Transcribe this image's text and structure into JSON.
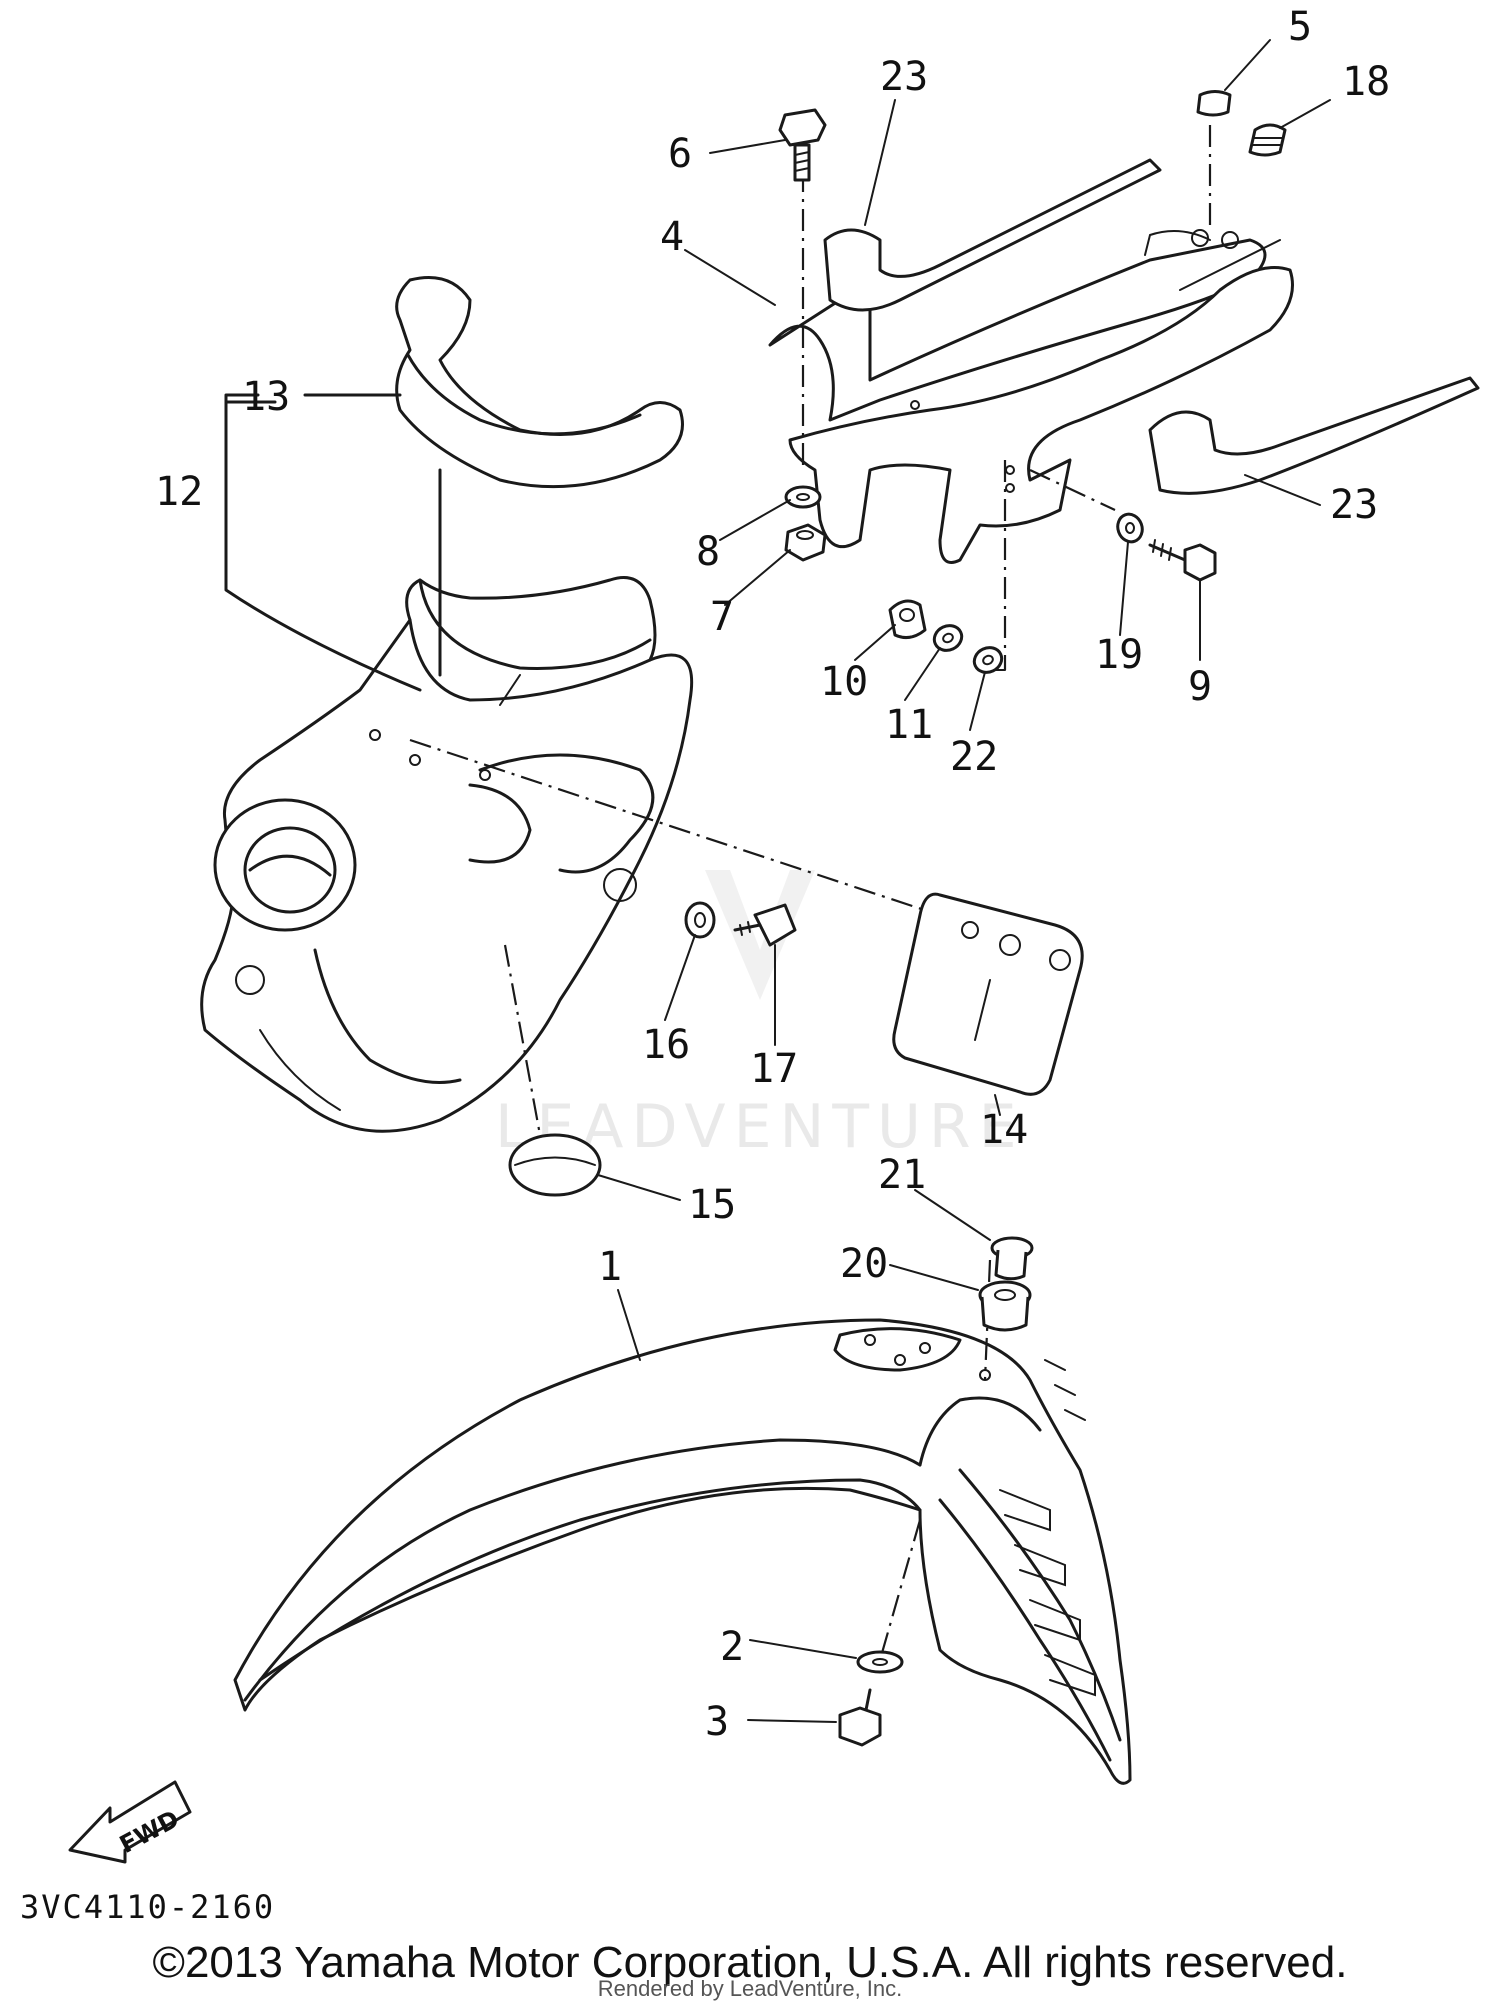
{
  "diagram": {
    "labels": {
      "p1": "1",
      "p2": "2",
      "p3": "3",
      "p4": "4",
      "p5": "5",
      "p6": "6",
      "p7": "7",
      "p8": "8",
      "p9": "9",
      "p10": "10",
      "p11": "11",
      "p12": "12",
      "p13": "13",
      "p14": "14",
      "p15": "15",
      "p16": "16",
      "p17": "17",
      "p18": "18",
      "p19": "19",
      "p20": "20",
      "p21": "21",
      "p22": "22",
      "p23a": "23",
      "p23b": "23"
    },
    "fwd_label": "FWD",
    "watermark": "LEADVENTURE",
    "diagram_code": "3VC4110-2160"
  },
  "footer": {
    "copyright": "©2013 Yamaha Motor Corporation, U.S.A. All rights reserved.",
    "rendered_by": "Rendered by LeadVenture, Inc."
  }
}
